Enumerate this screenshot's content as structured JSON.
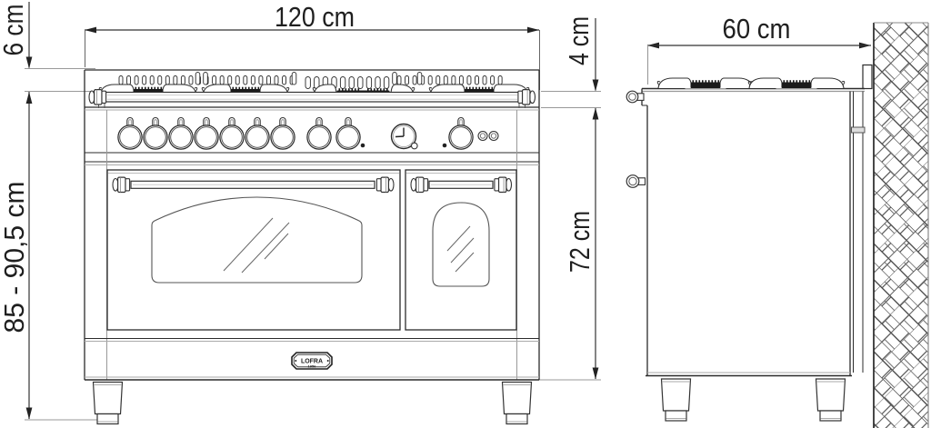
{
  "labels": {
    "width_front": "120 cm",
    "backsplash_height": "6 cm",
    "overall_height": "85 - 90,5 cm",
    "hob_edge_height": "4 cm",
    "oven_height": "72 cm",
    "depth_side": "60 cm"
  },
  "logo": {
    "brand": "LOFRA",
    "year": "1956"
  }
}
